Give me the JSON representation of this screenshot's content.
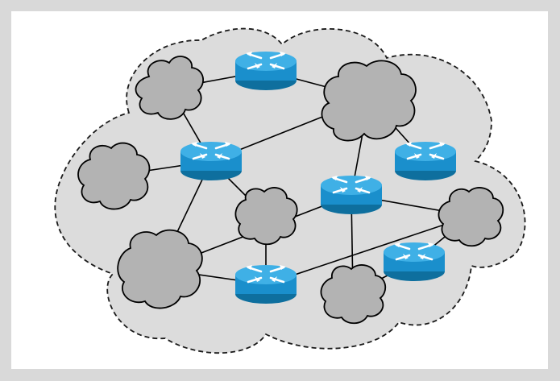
{
  "diagram": {
    "kind": "network-topology",
    "colors": {
      "frame_background": "#d9d9d9",
      "canvas_background": "#ffffff",
      "outer_cloud_fill": "#dcdcdc",
      "outer_cloud_stroke": "#1a1a1a",
      "subnet_cloud_fill": "#b3b3b3",
      "link_stroke": "#000000",
      "router_body": "#1a8fcc",
      "router_top": "#3fb0e6",
      "router_arrows": "#ffffff"
    },
    "routers": [
      {
        "id": "r1",
        "icon": "router-icon"
      },
      {
        "id": "r2",
        "icon": "router-icon"
      },
      {
        "id": "r3",
        "icon": "router-icon"
      },
      {
        "id": "r4",
        "icon": "router-icon"
      },
      {
        "id": "r5",
        "icon": "router-icon"
      },
      {
        "id": "r6",
        "icon": "router-icon"
      }
    ],
    "subnets": [
      {
        "id": "c1",
        "icon": "network-cloud-icon"
      },
      {
        "id": "c2",
        "icon": "network-cloud-icon"
      },
      {
        "id": "c3",
        "icon": "network-cloud-icon"
      },
      {
        "id": "c4",
        "icon": "network-cloud-icon"
      },
      {
        "id": "c5",
        "icon": "network-cloud-icon"
      },
      {
        "id": "c6",
        "icon": "network-cloud-icon"
      },
      {
        "id": "c7",
        "icon": "network-cloud-icon"
      }
    ],
    "links": [
      [
        "c1",
        "r1"
      ],
      [
        "r1",
        "c2"
      ],
      [
        "c1",
        "r2"
      ],
      [
        "r2",
        "c2"
      ],
      [
        "c3",
        "r2"
      ],
      [
        "r2",
        "c5"
      ],
      [
        "r2",
        "c4"
      ],
      [
        "c4",
        "r4"
      ],
      [
        "c2",
        "r3"
      ],
      [
        "c2",
        "r5"
      ],
      [
        "c5",
        "r5"
      ],
      [
        "r5",
        "c6"
      ],
      [
        "r5",
        "c7"
      ],
      [
        "c5",
        "r4"
      ],
      [
        "r4",
        "c6"
      ],
      [
        "c6",
        "r6"
      ],
      [
        "c7",
        "r6"
      ]
    ]
  }
}
